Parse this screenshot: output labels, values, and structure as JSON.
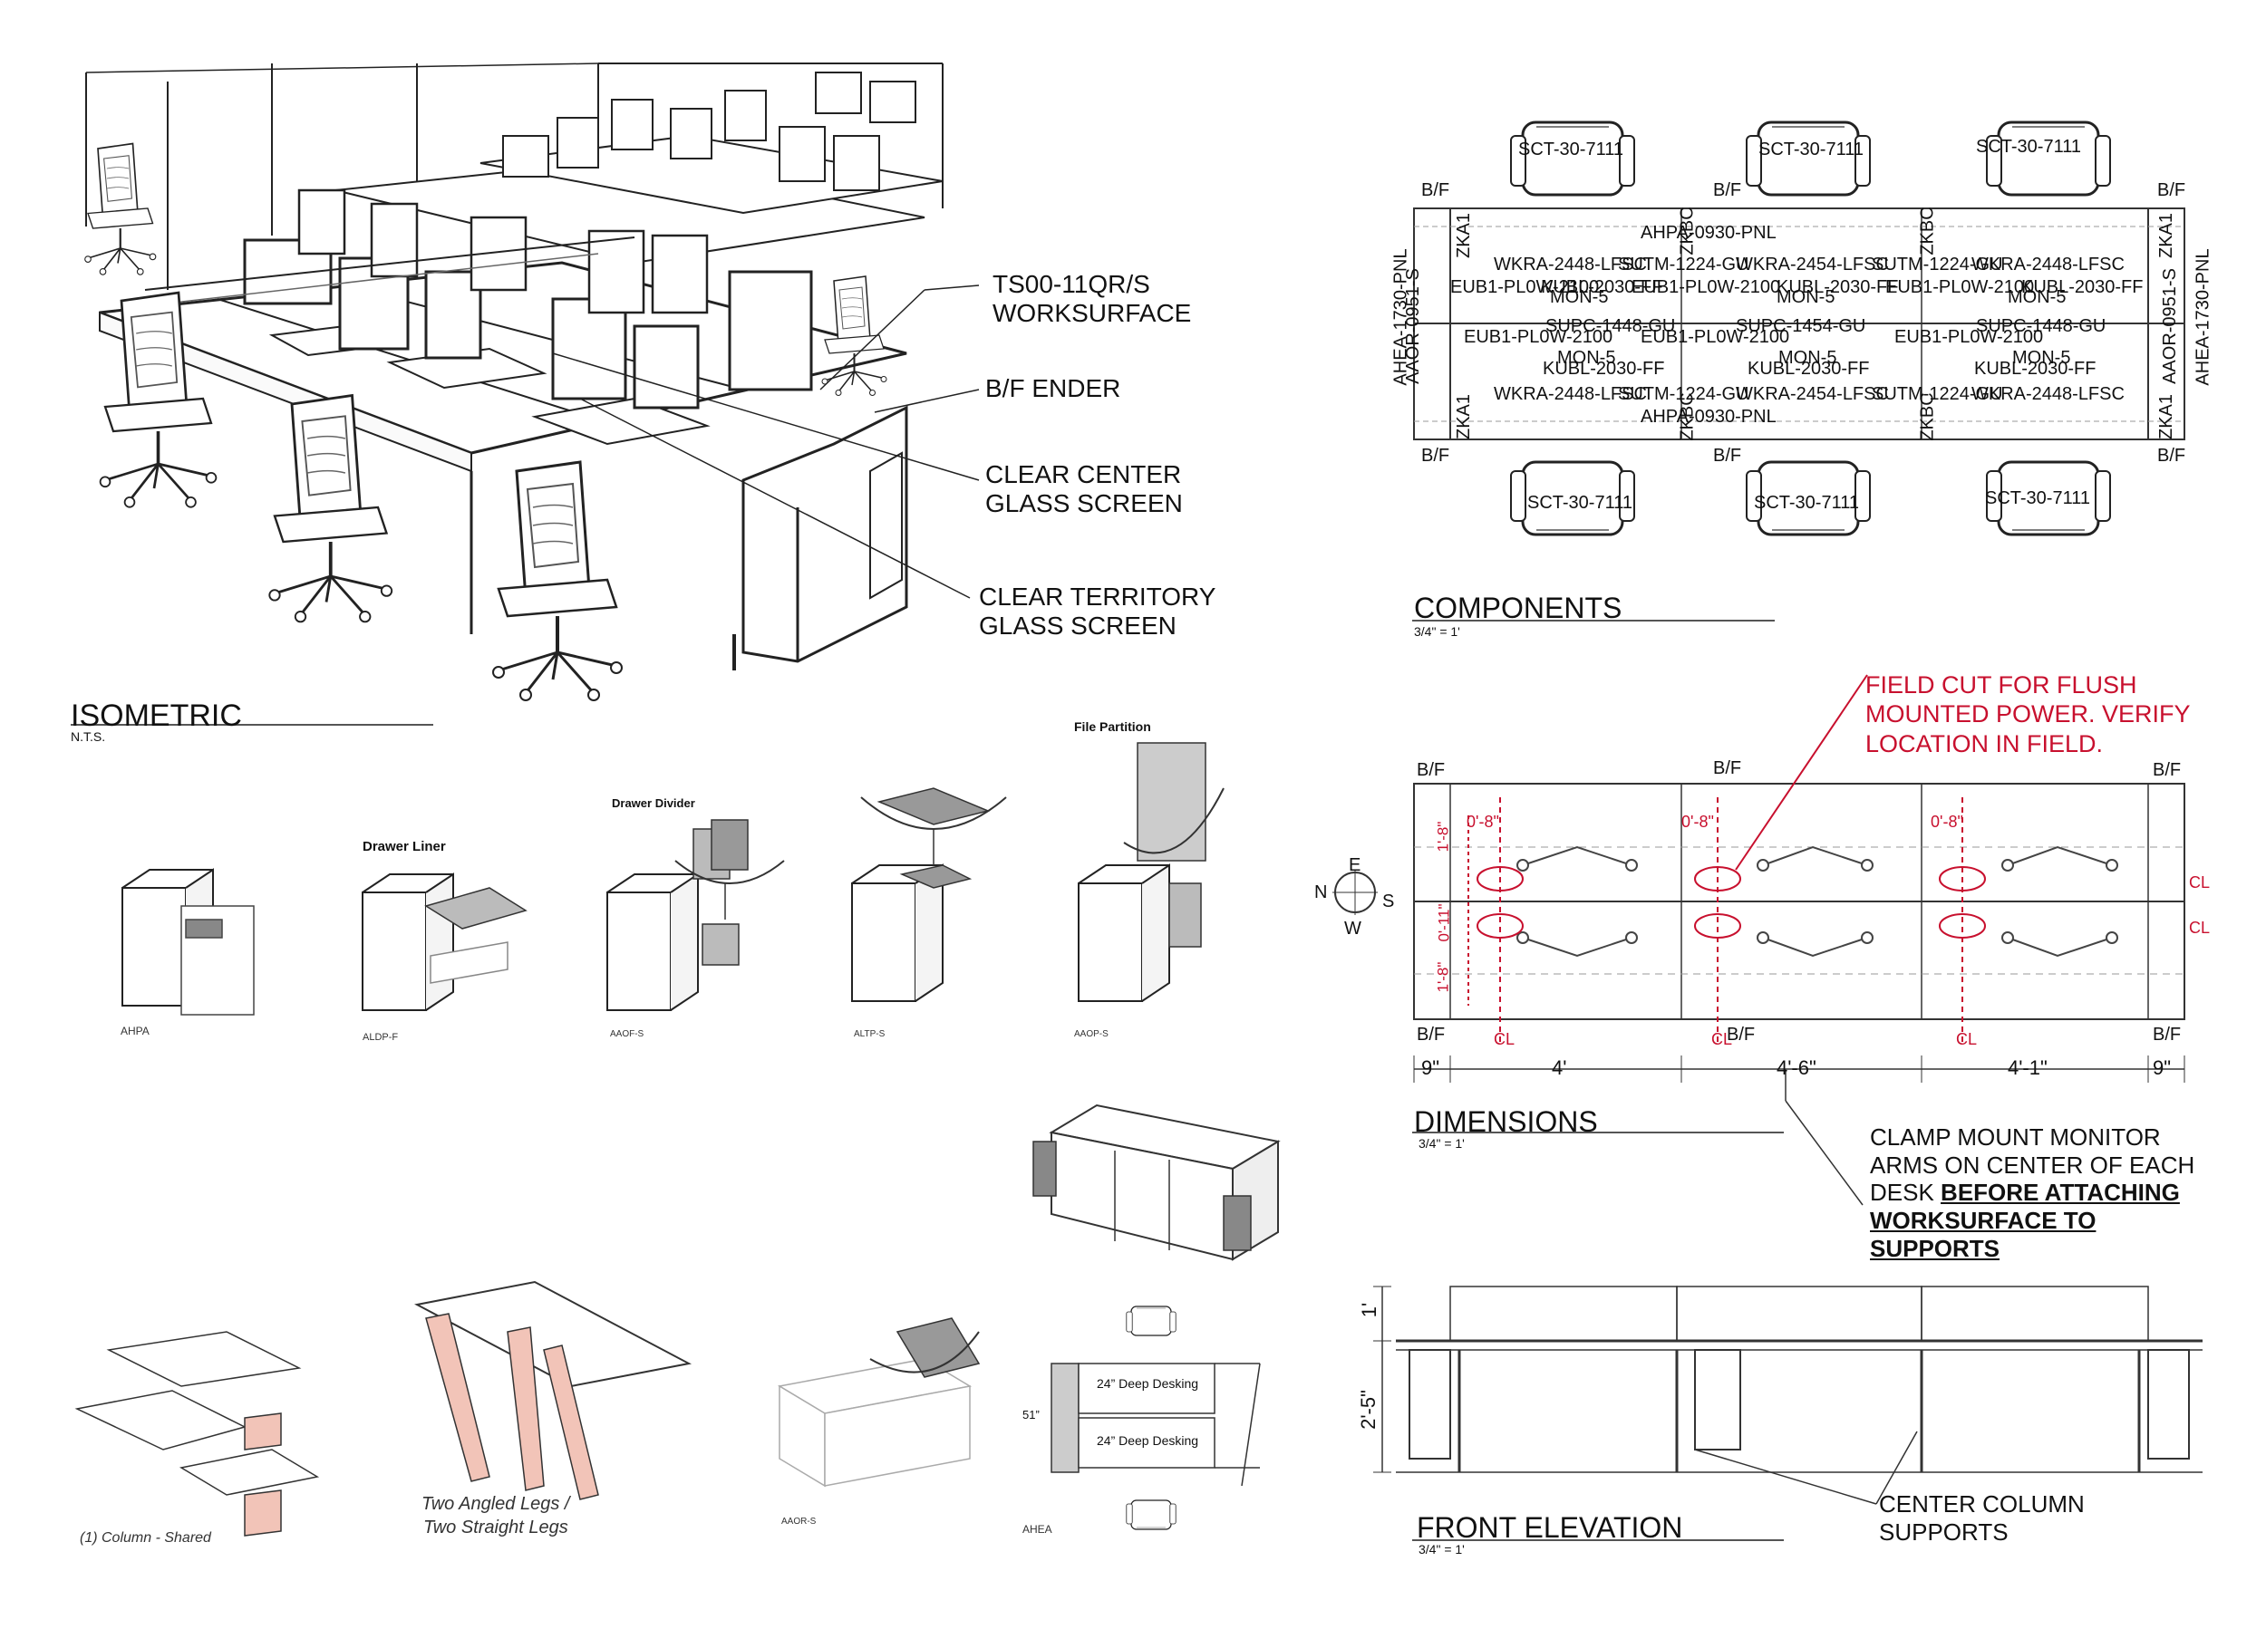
{
  "isometric": {
    "title": "ISOMETRIC",
    "scale": "N.T.S.",
    "callouts": [
      {
        "line1": "TS00-11QR/S",
        "line2": "WORKSURFACE"
      },
      {
        "line1": "B/F ENDER",
        "line2": ""
      },
      {
        "line1": "CLEAR CENTER",
        "line2": "GLASS SCREEN"
      },
      {
        "line1": "CLEAR TERRITORY",
        "line2": "GLASS SCREEN"
      }
    ]
  },
  "accessories": {
    "headings": {
      "drawer_liner": "Drawer Liner",
      "drawer_divider": "Drawer Divider",
      "file_partition": "File Partition"
    },
    "codes": {
      "ahpa": "AHPA",
      "aldp": "ALDP-F",
      "aaof": "AAOF-S",
      "altp": "ALTP-S",
      "aaop": "AAOP-S",
      "aaor": "AAOR-S",
      "ahea": "AHEA"
    },
    "column_shared": "(1) Column - Shared",
    "legs_line1": "Two Angled Legs /",
    "legs_line2": "Two Straight Legs",
    "deep1": "24” Deep Desking",
    "deep2": "24” Deep Desking",
    "dim51": "51”"
  },
  "components": {
    "title": "COMPONENTS",
    "scale": "3/4\" = 1'",
    "chair": "SCT-30-7111",
    "bf": "B/F",
    "parts": {
      "wkra2448": "WKRA-2448-LFSC",
      "wkra2454": "WKRA-2454-LFSC",
      "sutm": "SUTM-1224-GU",
      "kubl": "KUBL-2030-FF",
      "mon": "MON-5",
      "eub1": "EUB1-PL0W-2100",
      "supc1448": "SUPC-1448-GU",
      "supc1454": "SUPC-1454-GU",
      "ahpa_pnl": "AHPA-0930-PNL",
      "aaor_side": "AAOR-0951-S",
      "ahea_side": "AHEA-1730-PNL",
      "zka1": "ZKA1",
      "zkbc": "ZKBC"
    }
  },
  "dimensions": {
    "title": "DIMENSIONS",
    "scale": "3/4\" = 1'",
    "bf": "B/F",
    "field_note": [
      "FIELD CUT FOR FLUSH",
      "MOUNTED POWER. VERIFY",
      "LOCATION IN FIELD."
    ],
    "d_9_left": "9\"",
    "d_4": "4'",
    "d_4_6": "4'-6\"",
    "d_4_1": "4'-1\"",
    "d_9_right": "9\"",
    "d_0_8": "0'-8\"",
    "d_1_8": "1'-8\"",
    "d_0_11": "0'-11\"",
    "cl": "CL",
    "compass": {
      "n": "N",
      "e": "E",
      "s": "S",
      "w": "W"
    },
    "clamp_note_lines": [
      "CLAMP MOUNT MONITOR",
      "ARMS ON CENTER OF EACH"
    ],
    "clamp_note_desk": "DESK",
    "clamp_note_bold": [
      "BEFORE ATTACHING",
      "WORKSURFACE TO",
      "SUPPORTS"
    ]
  },
  "elevation": {
    "title": "FRONT ELEVATION",
    "scale": "3/4\" = 1'",
    "d_1": "1'",
    "d_2_5": "2'-5\"",
    "callout": [
      "CENTER COLUMN",
      "SUPPORTS"
    ]
  }
}
